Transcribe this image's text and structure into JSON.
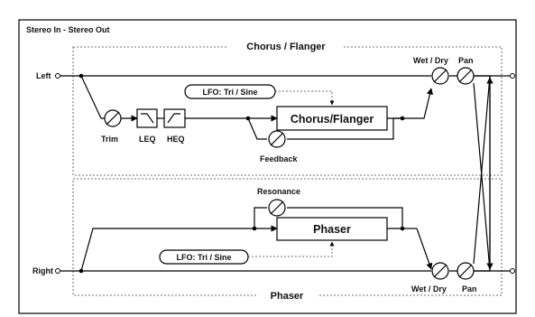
{
  "header": {
    "title": "Stereo In - Stereo Out"
  },
  "sections": {
    "chorus_flanger": "Chorus / Flanger",
    "phaser": "Phaser"
  },
  "io": {
    "left": "Left",
    "right": "Right"
  },
  "labels": {
    "trim": "Trim",
    "leq": "LEQ",
    "heq": "HEQ",
    "feedback": "Feedback",
    "resonance": "Resonance",
    "wet_dry_top": "Wet / Dry",
    "pan_top": "Pan",
    "wet_dry_bottom": "Wet / Dry",
    "pan_bottom": "Pan"
  },
  "blocks": {
    "chorus_flanger": "Chorus/Flanger",
    "phaser": "Phaser"
  },
  "lfo": {
    "top": "LFO: Tri / Sine",
    "bottom": "LFO: Tri / Sine"
  }
}
